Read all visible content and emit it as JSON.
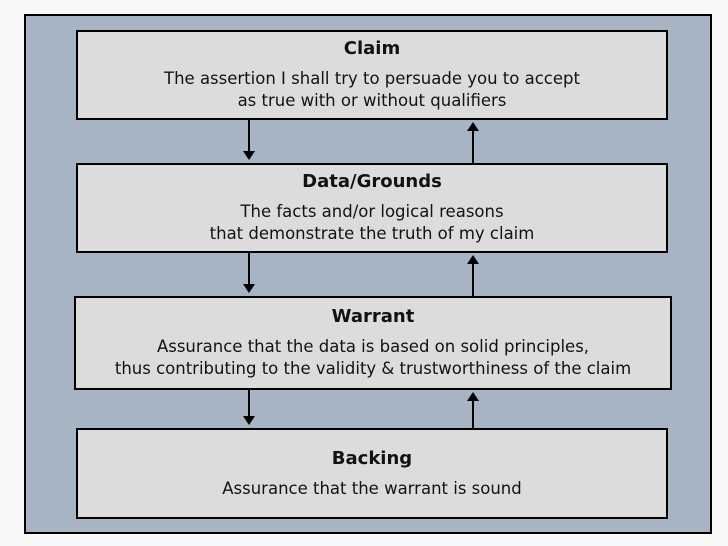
{
  "palette": {
    "page_background": "#f8f8f8",
    "slide_background": "#a6b4c3",
    "box_fill": "#dcdcdc",
    "border_color": "#000000",
    "text_color": "#121212"
  },
  "diagram": {
    "type": "flowchart",
    "boxes": [
      {
        "id": "claim",
        "title": "Claim",
        "lines": [
          "The assertion I shall try to persuade you to accept",
          "as true with or without qualifiers"
        ]
      },
      {
        "id": "data_grounds",
        "title": "Data/Grounds",
        "lines": [
          "The facts and/or logical reasons",
          "that demonstrate the truth of my claim"
        ]
      },
      {
        "id": "warrant",
        "title": "Warrant",
        "lines": [
          "Assurance that the data is based on solid principles,",
          "thus contributing to the validity & trustworthiness of the claim"
        ]
      },
      {
        "id": "backing",
        "title": "Backing",
        "lines": [
          "Assurance that the warrant is sound"
        ]
      }
    ],
    "connections": [
      {
        "from": "claim",
        "to": "data_grounds",
        "direction": "down"
      },
      {
        "from": "data_grounds",
        "to": "claim",
        "direction": "up"
      },
      {
        "from": "data_grounds",
        "to": "warrant",
        "direction": "down"
      },
      {
        "from": "warrant",
        "to": "data_grounds",
        "direction": "up"
      },
      {
        "from": "warrant",
        "to": "backing",
        "direction": "down"
      },
      {
        "from": "backing",
        "to": "warrant",
        "direction": "up"
      }
    ]
  }
}
